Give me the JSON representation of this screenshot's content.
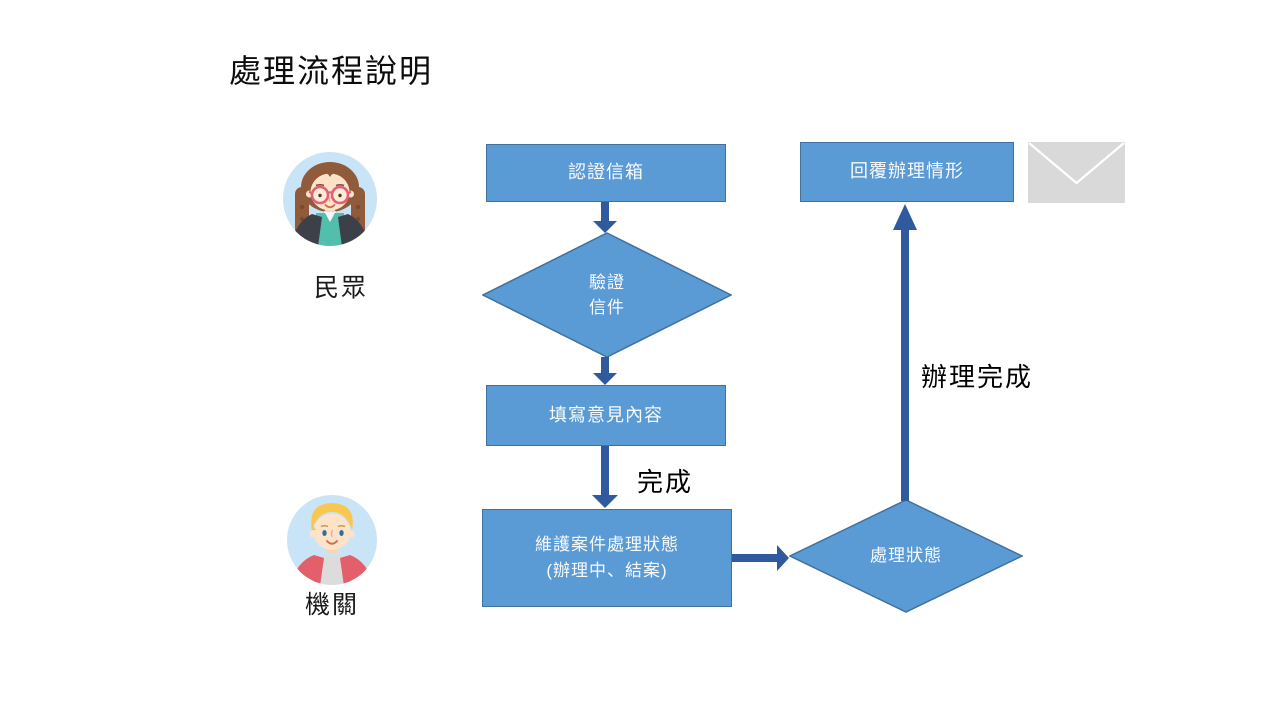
{
  "title": "處理流程說明",
  "actors": {
    "citizen": {
      "label": "民眾",
      "icon": "girl-avatar-icon"
    },
    "agency": {
      "label": "機關",
      "icon": "boy-avatar-icon"
    }
  },
  "flowchart": {
    "nodes": {
      "verify_mailbox": {
        "type": "process",
        "label": "認證信箱"
      },
      "verify_letter": {
        "type": "decision",
        "line1": "驗證",
        "line2": "信件"
      },
      "fill_opinion": {
        "type": "process",
        "label": "填寫意見內容"
      },
      "maintain_status": {
        "type": "process",
        "line1": "維護案件處理狀態",
        "line2": "(辦理中、結案)"
      },
      "processing_status": {
        "type": "decision",
        "label": "處理狀態"
      },
      "reply_status": {
        "type": "process",
        "label": "回覆辦理情形"
      }
    },
    "edges": {
      "complete": {
        "label": "完成"
      },
      "done": {
        "label": "辦理完成"
      }
    },
    "icons": {
      "envelope": "envelope-icon"
    }
  },
  "colors": {
    "node_fill": "#5B9BD5",
    "node_border": "#41719C",
    "arrow": "#2F5B9E",
    "envelope_fill": "#D9D9D9",
    "avatar_background": "#C9E4F6",
    "title_text": "#0D0D0D",
    "node_text": "#F7FAFD"
  }
}
